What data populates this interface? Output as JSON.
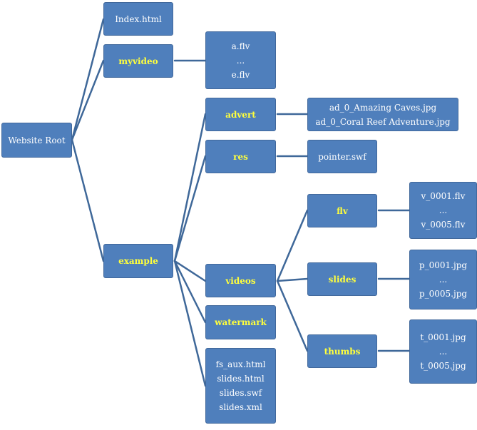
{
  "colors": {
    "box_fill": "#4f7fbc",
    "box_border": "#41689b",
    "connector": "#3f6899",
    "file_text": "#ffffff",
    "folder_text": "#ffff3c"
  },
  "tree": {
    "root": "Website Root",
    "index": "Index.html",
    "myvideo": {
      "label": "myvideo",
      "files": [
        "a.flv",
        "...",
        "e.flv"
      ]
    },
    "example": {
      "label": "example",
      "advert": {
        "label": "advert",
        "files": [
          "ad_0_Amazing Caves.jpg",
          "ad_0_Coral Reef Adventure.jpg"
        ]
      },
      "res": {
        "label": "res",
        "files": [
          "pointer.swf"
        ]
      },
      "videos": {
        "label": "videos",
        "flv": {
          "label": "flv",
          "files": [
            "v_0001.flv",
            "...",
            "v_0005.flv"
          ]
        },
        "slides": {
          "label": "slides",
          "files": [
            "p_0001.jpg",
            "...",
            "p_0005.jpg"
          ]
        },
        "thumbs": {
          "label": "thumbs",
          "files": [
            "t_0001.jpg",
            "...",
            "t_0005.jpg"
          ]
        }
      },
      "watermark": {
        "label": "watermark"
      },
      "files": [
        "fs_aux.html",
        "slides.html",
        "slides.swf",
        "slides.xml"
      ]
    }
  }
}
